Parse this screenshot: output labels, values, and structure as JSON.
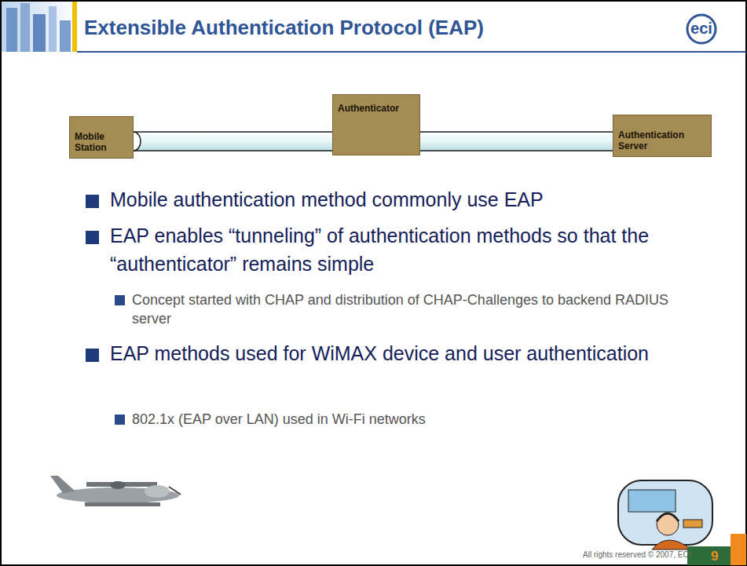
{
  "diagram": {
    "title": "Extensible Authentication Protocol (EAP)",
    "nodes": [
      {
        "text": [
          "Mobile Station"
        ]
      },
      {
        "text": [
          "Authenticator"
        ]
      },
      {
        "text": [
          "Authentication Server"
        ]
      }
    ],
    "edges": [
      {
        "from": 0,
        "to": 2,
        "arrow": "none"
      }
    ],
    "labels": [
      "Mobile authentication method commonly use EAP",
      "EAP enables “tunneling” of authentication methods so that the “authenticator” remains simple",
      "Concept started with CHAP and distribution of CHAP-Challenges to backend RADIUS server",
      "EAP methods used for WiMAX device and user authentication",
      "802.1x (EAP over LAN) used in Wi-Fi networks",
      "All rights reserved © 2007, ECI",
      "9",
      "eci"
    ]
  }
}
